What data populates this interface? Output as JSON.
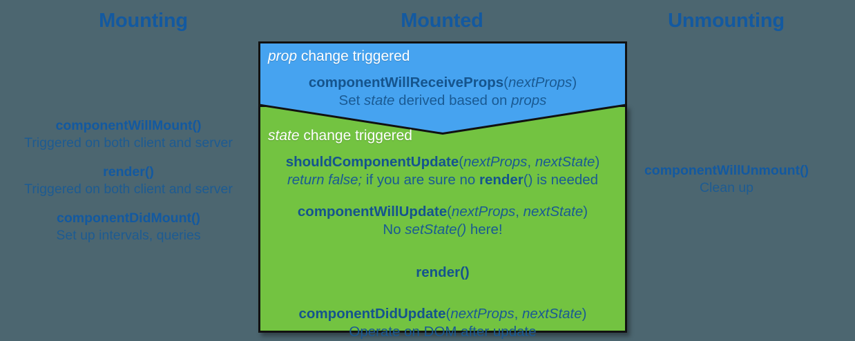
{
  "columns": {
    "mounting_title": "Mounting",
    "mounted_title": "Mounted",
    "unmounting_title": "Unmounting"
  },
  "colors": {
    "background": "#4c6670",
    "prop_box": "#46a3f0",
    "state_box": "#73c341",
    "heading_blue": "#1359a0",
    "body_blue": "#1d5b92",
    "white": "#ffffff",
    "border": "#111111"
  },
  "mounting": {
    "items": [
      {
        "name": "componentWillMount()",
        "desc": "Triggered on both client and server"
      },
      {
        "name": "render()",
        "desc": "Triggered on both client and server"
      },
      {
        "name": "componentDidMount()",
        "desc": "Set up intervals, queries"
      }
    ]
  },
  "unmounting": {
    "items": [
      {
        "name": "componentWillUnmount()",
        "desc": "Clean up"
      }
    ]
  },
  "mounted": {
    "prop_box": {
      "trigger_em": "prop",
      "trigger_rest": " change triggered",
      "method": "componentWillReceiveProps",
      "args_open": "(",
      "args": "nextProps",
      "args_close": ")",
      "desc_a": "Set ",
      "desc_em": "state",
      "desc_b": " derived based on ",
      "desc_em2": "props"
    },
    "state_box": {
      "trigger_em": "state",
      "trigger_rest": " change triggered",
      "entries": [
        {
          "method": "shouldComponentUpdate",
          "args_open": "(",
          "arg1": "nextProps",
          "arg_sep": ", ",
          "arg2": "nextState",
          "args_close": ")",
          "desc_em": "return false;",
          "desc_a": " if you are sure no ",
          "desc_b": "render",
          "desc_c": "() is needed"
        },
        {
          "method": "componentWillUpdate",
          "args_open": "(",
          "arg1": "nextProps",
          "arg_sep": ", ",
          "arg2": "nextState",
          "args_close": ")",
          "desc_a": "No ",
          "desc_em": "setState()",
          "desc_b": " here!"
        },
        {
          "method": "render()"
        },
        {
          "method": "componentDidUpdate",
          "args_open": "(",
          "arg1": "nextProps",
          "arg_sep": ", ",
          "arg2": "nextState",
          "args_close": ")",
          "desc_a": "Operate on DOM after update"
        }
      ]
    }
  }
}
